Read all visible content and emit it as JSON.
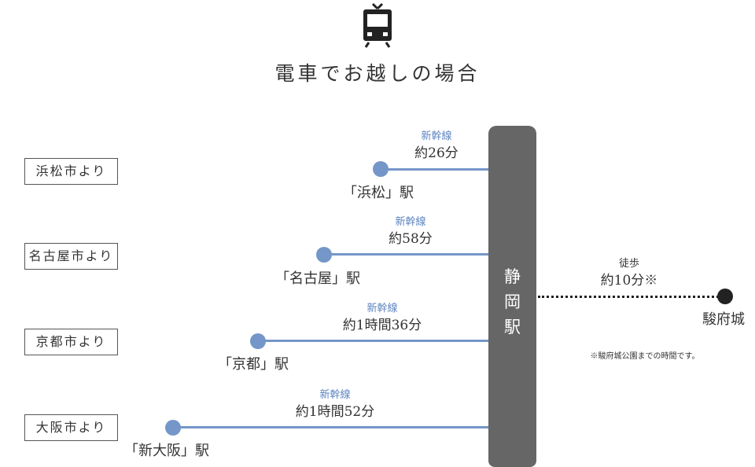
{
  "header": {
    "icon": "train-icon",
    "title": "電車でお越しの場合"
  },
  "colors": {
    "route": "#7496c8",
    "route_text": "#5b83c0",
    "hub": "#666666",
    "walk": "#222222"
  },
  "routes": [
    {
      "origin": "浜松市より",
      "line": "新幹線",
      "duration": "約26分",
      "station": "「浜松」駅"
    },
    {
      "origin": "名古屋市より",
      "line": "新幹線",
      "duration": "約58分",
      "station": "「名古屋」駅"
    },
    {
      "origin": "京都市より",
      "line": "新幹線",
      "duration": "約1時間36分",
      "station": "「京都」駅"
    },
    {
      "origin": "大阪市より",
      "line": "新幹線",
      "duration": "約1時間52分",
      "station": "「新大阪」駅"
    }
  ],
  "hub": {
    "chars": [
      "静",
      "岡",
      "駅"
    ]
  },
  "walk": {
    "mode": "徒歩",
    "duration": "約10分※",
    "destination": "駿府城",
    "note": "※駿府城公園までの時間です。"
  }
}
